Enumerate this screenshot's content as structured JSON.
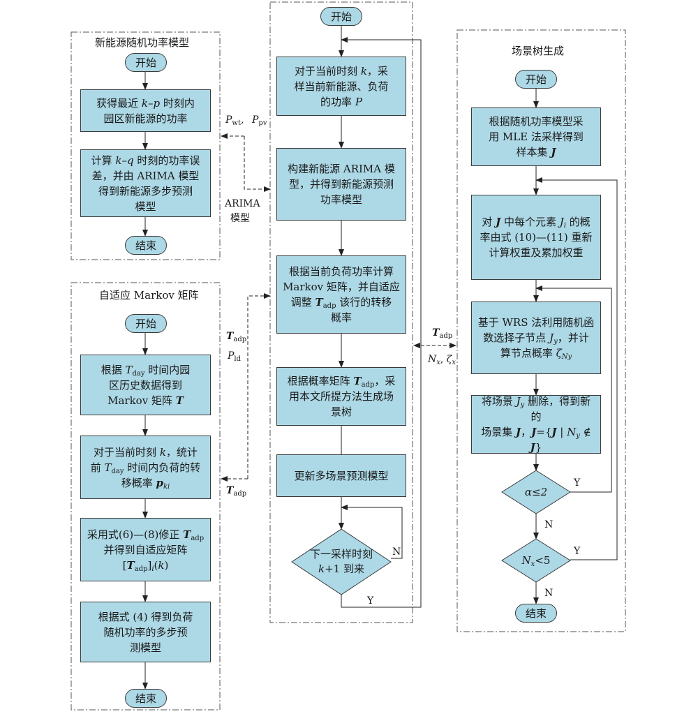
{
  "panels": {
    "renewable_title": "新能源随机功率模型",
    "markov_title": "自适应 Markov 矩阵",
    "tree_title": "场景树生成"
  },
  "terminals": {
    "start": "开始",
    "end": "结束"
  },
  "renewable": {
    "step1": "获得最近 k–p 时刻内园区新能源的功率",
    "step2": "计算 k–q 时刻的功率误差，并由 ARIMA 模型得到新能源多步预测模型"
  },
  "markov": {
    "step1": "根据 T_day 时间内园区历史数据得到 Markov 矩阵 T",
    "step2": "对于当前时刻 k，统计前 T_day 时间内负荷的转移概率 p_ki",
    "step3": "采用式(6)—(8)修正 T_adp 并得到自适应矩阵 [T_adp]_i(k)",
    "step4": "根据式 (4) 得到负荷随机功率的多步预测模型"
  },
  "main": {
    "step1": "对于当前时刻 k，采样当前新能源、负荷的功率 P",
    "step2": "构建新能源 ARIMA 模型，并得到新能源预测功率模型",
    "step3": "根据当前负荷功率计算 Markov 矩阵，并自适应调整 T_adp 该行的转移概率",
    "step4": "根据概率矩阵 T_adp，采用本文所提方法生成场景树",
    "step5": "更新多场景预测模型",
    "decision": "下一采样时刻 k+1 到来"
  },
  "tree": {
    "step1": "根据随机功率模型采用 MLE 法采样得到样本集 J",
    "step2": "对 J 中每个元素 J_i 的概率由式 (10)—(11) 重新计算权重及累加权重",
    "step3": "基于 WRS 法利用随机函数选择子节点 J_y，并计算节点概率 ζ_Ny",
    "step4": "将场景 J_y 删除，得到新的场景集 J，J={J | N_y ∉ J}",
    "dec1": "α≤2",
    "dec2": "N_x<5"
  },
  "labels": {
    "yes": "Y",
    "no": "N",
    "p_wt": "P_wt",
    "p_pv": "P_pv",
    "arima1": "ARIMA",
    "arima2": "模型",
    "t_adp": "T_adp",
    "p_ld": "P_ld",
    "nx_zeta": "N_x, ζ_x"
  }
}
